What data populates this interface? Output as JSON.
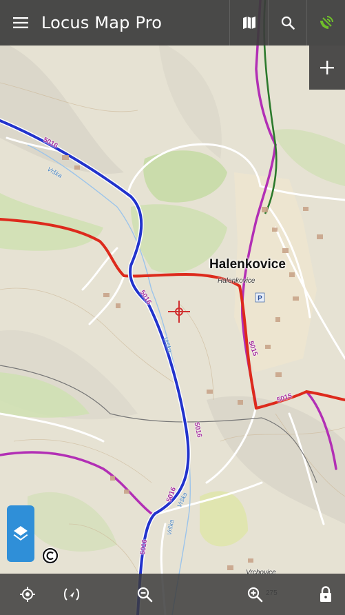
{
  "app": {
    "title": "Locus Map Pro"
  },
  "map": {
    "town_label": "Halenkovice",
    "village_label": "Halenkovice",
    "lower_label": "Vrchovice",
    "elevation_label": "275",
    "parking_label": "P",
    "road_labels": [
      "5016",
      "5016",
      "5016",
      "5016",
      "5015",
      "5015",
      "5016"
    ],
    "river_labels": [
      "Vrška",
      "Vrška",
      "Vrška",
      "Vrška"
    ],
    "colors": {
      "primary_road": "#2233cc",
      "secondary_road": "#dd2a1c",
      "track_magenta": "#b22fb5",
      "track_green": "#2c7a2c",
      "forest": "#cfe0b2",
      "river": "#9cc4ea"
    }
  },
  "toolbar": {
    "menu_icon": "hamburger-icon",
    "map_icon": "map-icon",
    "search_icon": "search-icon",
    "gps_icon": "satellite-icon"
  },
  "bottom_bar": {
    "icons": [
      "locate-icon",
      "compass-icon",
      "zoom-out-icon",
      "zoom-in-icon",
      "lock-icon"
    ]
  }
}
